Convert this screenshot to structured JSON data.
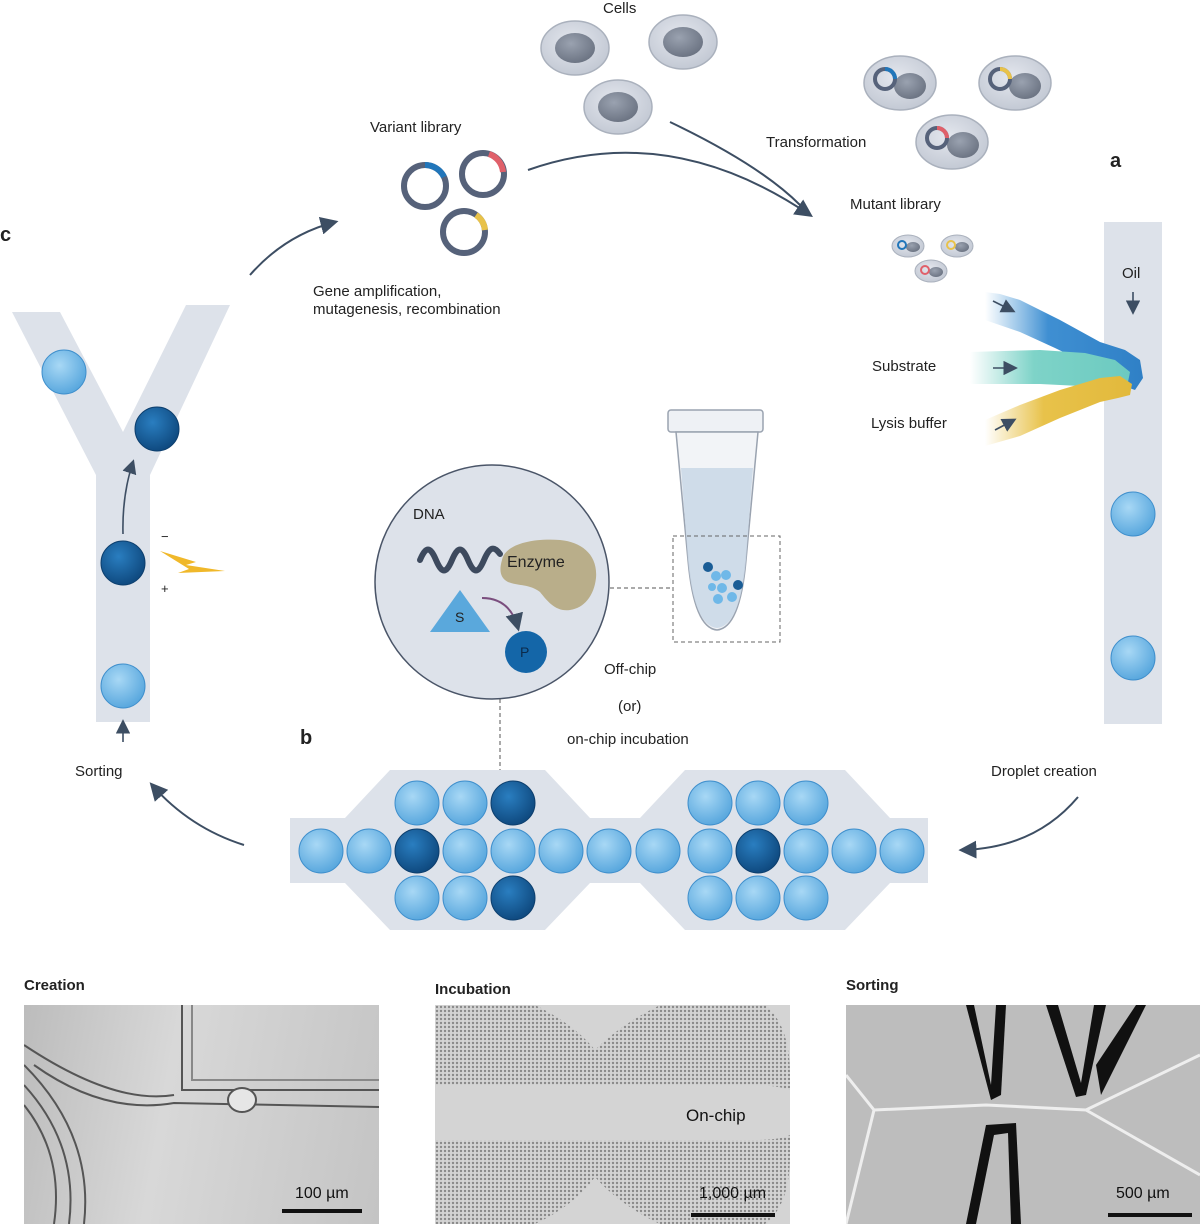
{
  "labels": {
    "cells": "Cells",
    "transformation": "Transformation",
    "variant_library": "Variant library",
    "mutant_library": "Mutant library",
    "gene_amp_line1": "Gene amplification,",
    "gene_amp_line2": "mutagenesis, recombination",
    "oil": "Oil",
    "substrate": "Substrate",
    "lysis_buffer": "Lysis buffer",
    "dna": "DNA",
    "enzyme": "Enzyme",
    "s": "S",
    "p": "P",
    "off_chip": "Off-chip",
    "or": "(or)",
    "on_chip_incubation": "on-chip incubation",
    "sorting": "Sorting",
    "droplet_creation": "Droplet creation",
    "minus": "−",
    "plus": "+"
  },
  "panels": {
    "a": "a",
    "b": "b",
    "c": "c"
  },
  "micrographs": [
    {
      "title": "Creation",
      "scale": "100 µm"
    },
    {
      "title": "Incubation",
      "scale": "1,000 µm",
      "overlay": "On-chip"
    },
    {
      "title": "Sorting",
      "scale": "500 µm"
    }
  ],
  "colors": {
    "light_droplet": "#6fb8e8",
    "dark_droplet": "#1a5d96",
    "channel": "#dde2ea",
    "arrow": "#3d4e63",
    "plasmid": "#56627a",
    "accent_blue": "#2176ba",
    "accent_red": "#e0606a",
    "accent_yellow": "#e8c24a",
    "substrate_teal": "#7ed3c8",
    "lysis_yellow": "#e8c24a",
    "enzyme": "#b9ae8a",
    "s_triangle": "#5aa8dc",
    "lightning": "#f0b82a"
  }
}
